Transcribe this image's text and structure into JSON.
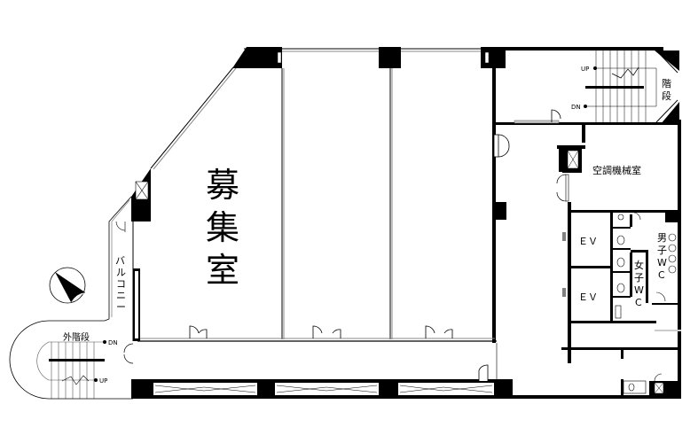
{
  "plan": {
    "type": "floor-plan",
    "background": "#ffffff",
    "line_color": "#000000",
    "rooms": {
      "vacancy": {
        "label_line1": "募",
        "label_line2": "集",
        "label_line3": "室",
        "meaning": "募集室"
      },
      "stairs_inner": {
        "label_line1": "階",
        "label_line2": "段",
        "up": "UP",
        "down": "DN"
      },
      "hvac_room": {
        "label": "空調機械室"
      },
      "elevator_1": {
        "label": "ＥＶ"
      },
      "elevator_2": {
        "label": "ＥＶ"
      },
      "mens_wc": {
        "l1": "男",
        "l2": "子",
        "l3": "W",
        "l4": "C"
      },
      "womens_wc": {
        "l1": "女",
        "l2": "子",
        "l3": "W",
        "l4": "C"
      },
      "balcony": {
        "l1": "バ",
        "l2": "ル",
        "l3": "コ",
        "l4": "ニ",
        "l5": "ー"
      },
      "outer_stairs": {
        "label": "外階段",
        "up": "UP",
        "down": "DN"
      }
    },
    "compass": {
      "symbol": "north-arrow"
    }
  }
}
